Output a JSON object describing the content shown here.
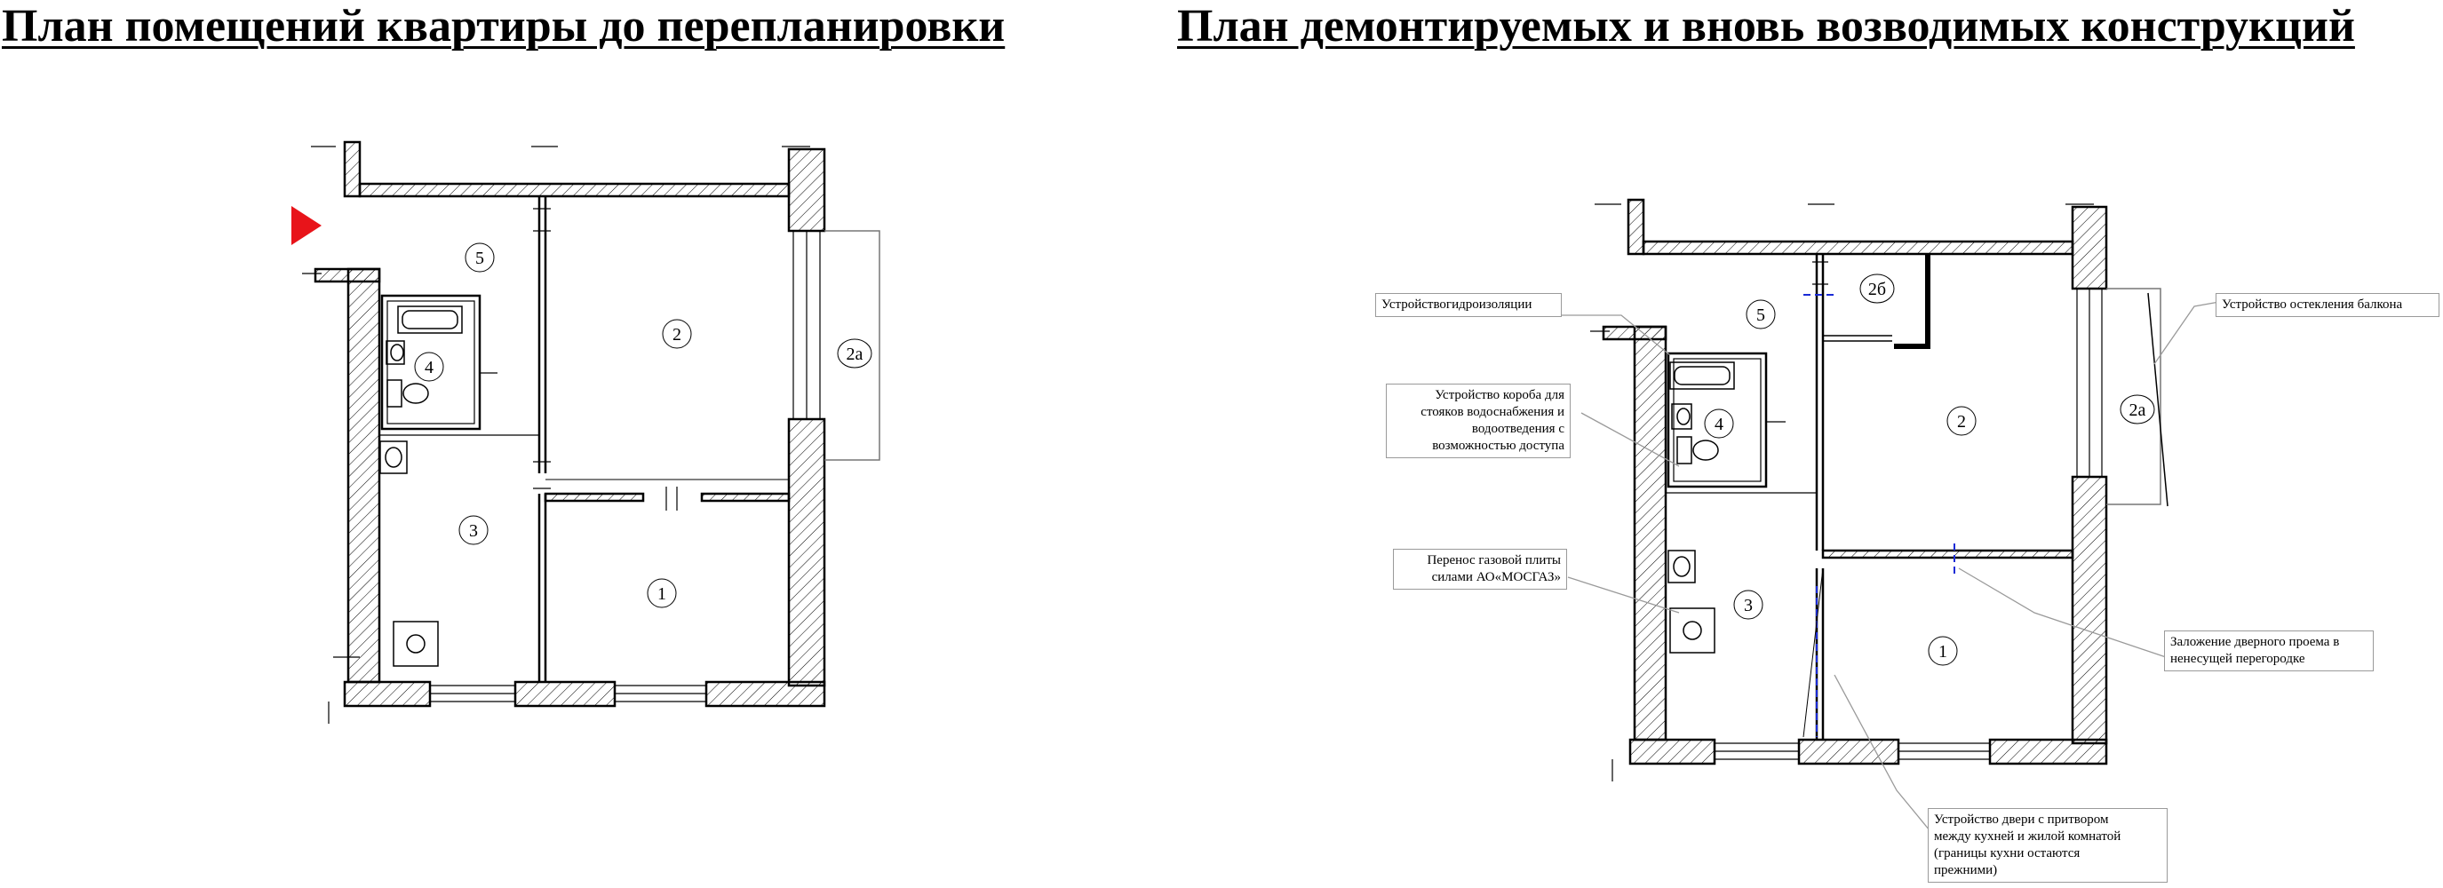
{
  "titles": {
    "left": "План помещений квартиры до перепланировки",
    "right": "План демонтируемых и вновь возводимых конструкций"
  },
  "plan_before": {
    "rooms": [
      "5",
      "2",
      "2а",
      "4",
      "3",
      "1"
    ]
  },
  "plan_after": {
    "rooms": [
      "5",
      "2б",
      "2",
      "2а",
      "4",
      "3",
      "1"
    ]
  },
  "callouts": {
    "waterproofing": "Устройствогидроизоляции",
    "riser_box": "Устройство короба для\nстояков водоснабжения и\nводоотведения с\nвозможностью доступа",
    "gas_stove": "Перенос газовой плиты\nсилами АО«МОСГАЗ»",
    "balcony_glazing": "Устройство остекления балкона",
    "door_closure": "Заложение дверного проема в\nненесущей перегородке",
    "kitchen_door": "Устройство двери с притвором\nмежду кухней и жилой комнатой\n(границы кухни остаются\nпрежними)"
  },
  "colors": {
    "entrance_arrow": "#e8141a",
    "new_wall": "#1a2bd6",
    "callout_border": "#9a9a9a"
  },
  "icons": [
    "entrance-arrow-icon",
    "bathtub-icon",
    "sink-icon",
    "toilet-icon",
    "stove-icon"
  ]
}
